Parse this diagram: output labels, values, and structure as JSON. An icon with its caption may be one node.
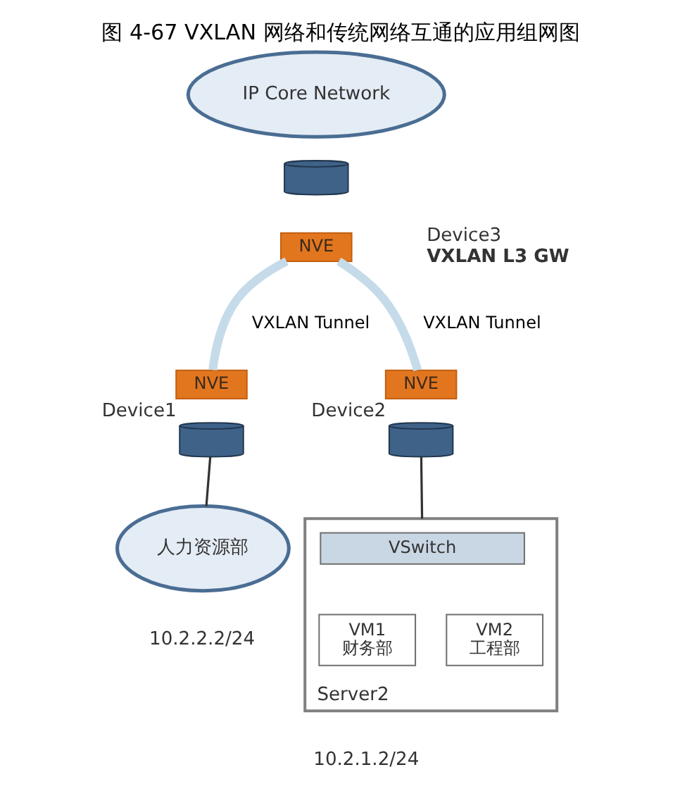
{
  "diagram": {
    "title": "图 4-67 VXLAN 网络和传统网络互通的应用组网图",
    "nodes": [
      {
        "text": [
          "IP Core Network"
        ]
      },
      {
        "text": [],
        "shape": "cylinder",
        "beside": [
          "Device3",
          "VXLAN L3 GW"
        ]
      },
      {
        "text": [
          "NVE"
        ]
      },
      {
        "text": [
          "NVE"
        ]
      },
      {
        "text": [],
        "shape": "cylinder",
        "beside": [
          "Device1"
        ]
      },
      {
        "text": [
          "NVE"
        ]
      },
      {
        "text": [],
        "shape": "cylinder",
        "beside": [
          "Device2"
        ]
      },
      {
        "text": [
          "人力资源部"
        ],
        "beside": [
          "10.2.2.2/24"
        ]
      },
      {
        "text": [
          "Server2"
        ],
        "beside": [
          "10.2.1.2/24"
        ]
      },
      {
        "text": [
          "VSwitch"
        ],
        "in": 8
      },
      {
        "text": [
          "VM1",
          "财务部"
        ],
        "in": 8
      },
      {
        "text": [
          "VM2",
          "工程部"
        ],
        "in": 8
      }
    ],
    "edges": [
      {
        "from": 2,
        "to": 3,
        "arrow": "none",
        "label": "VXLAN Tunnel",
        "style": "thick",
        "color": "#c5dbe9"
      },
      {
        "from": 2,
        "to": 5,
        "arrow": "none",
        "label": "VXLAN Tunnel",
        "style": "thick",
        "color": "#c5dbe9"
      },
      {
        "from": 4,
        "to": 7,
        "arrow": "none",
        "color": "#333333"
      },
      {
        "from": 6,
        "to": 8,
        "arrow": "none",
        "color": "#333333"
      }
    ]
  }
}
